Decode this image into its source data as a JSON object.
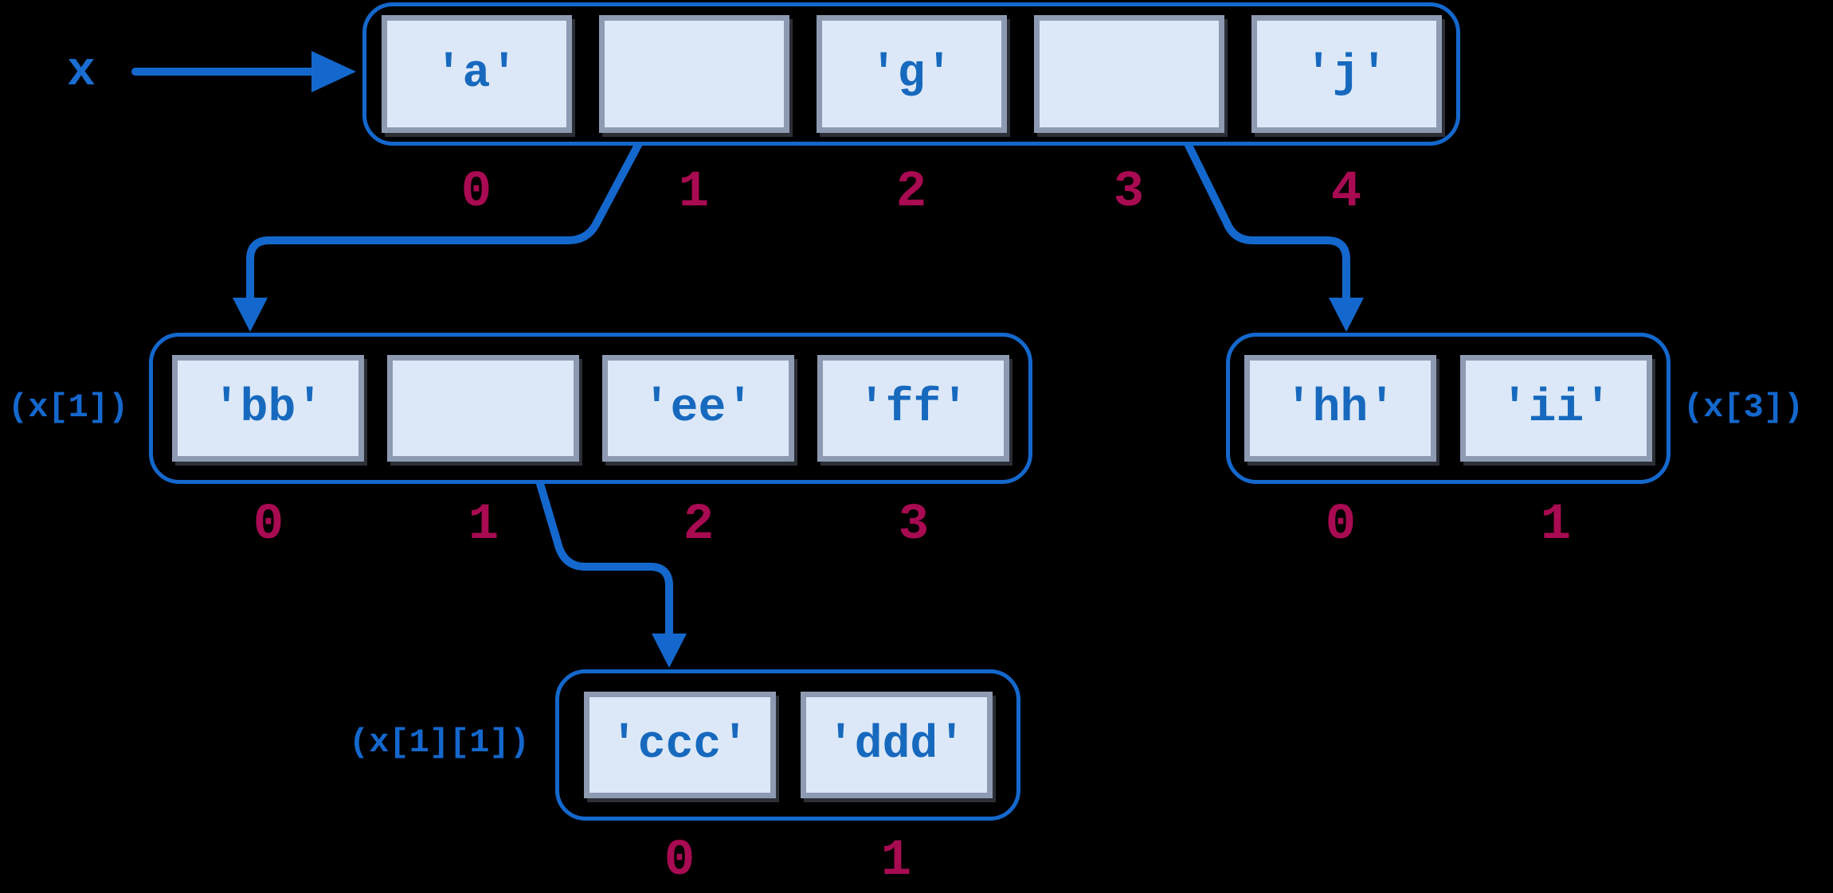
{
  "colors": {
    "background": "#000000",
    "accent_blue": "#1468cd",
    "cell_fill": "#dce8f8",
    "cell_border": "#8d9ab2",
    "cell_text_blue": "#1769be",
    "index_crimson": "#a80b52"
  },
  "variable": {
    "label": "x"
  },
  "lists": {
    "x": {
      "cells": [
        "'a'",
        "",
        "'g'",
        "",
        "'j'"
      ],
      "indices": [
        "0",
        "1",
        "2",
        "3",
        "4"
      ]
    },
    "x1": {
      "label": "(x[1])",
      "cells": [
        "'bb'",
        "",
        "'ee'",
        "'ff'"
      ],
      "indices": [
        "0",
        "1",
        "2",
        "3"
      ]
    },
    "x3": {
      "label": "(x[3])",
      "cells": [
        "'hh'",
        "'ii'"
      ],
      "indices": [
        "0",
        "1"
      ]
    },
    "x11": {
      "label": "(x[1][1])",
      "cells": [
        "'ccc'",
        "'ddd'"
      ],
      "indices": [
        "0",
        "1"
      ]
    }
  },
  "pointers": [
    {
      "from": "x",
      "to": "list-x"
    },
    {
      "from": "x[1] slot",
      "to": "list-x1"
    },
    {
      "from": "x[3] slot",
      "to": "list-x3"
    },
    {
      "from": "x[1][1] slot",
      "to": "list-x11"
    }
  ]
}
